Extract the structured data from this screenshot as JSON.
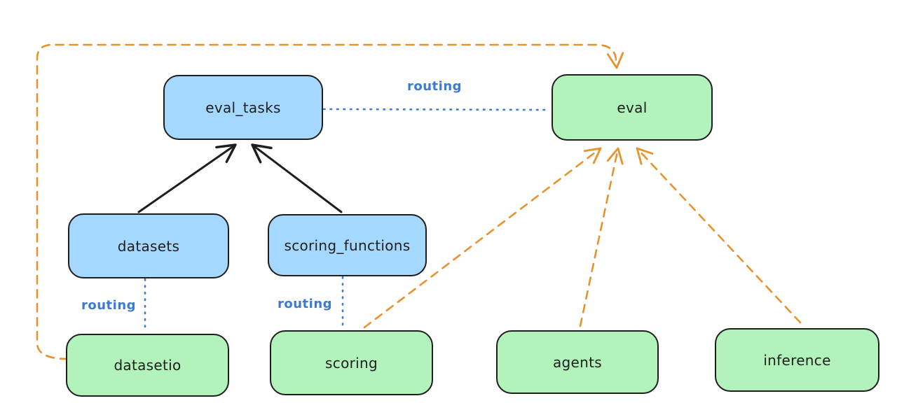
{
  "colors": {
    "background": "#ffffff",
    "node_stroke": "#1e1e1e",
    "blue_node_fill": "#a5d8ff",
    "green_node_fill": "#b2f2bb",
    "routing_line_blue": "#3b7cd2",
    "dependency_line_orange": "#e8922e",
    "text": "#1e1e1e"
  },
  "nodes": {
    "eval_tasks": {
      "label": "eval_tasks",
      "fill": "blue"
    },
    "eval": {
      "label": "eval",
      "fill": "green"
    },
    "datasets": {
      "label": "datasets",
      "fill": "blue"
    },
    "scoring_functions": {
      "label": "scoring_functions",
      "fill": "blue"
    },
    "datasetio": {
      "label": "datasetio",
      "fill": "green"
    },
    "scoring": {
      "label": "scoring",
      "fill": "green"
    },
    "agents": {
      "label": "agents",
      "fill": "green"
    },
    "inference": {
      "label": "inference",
      "fill": "green"
    }
  },
  "edge_labels": {
    "routing": "routing"
  },
  "edges": [
    {
      "from": "datasets",
      "to": "eval_tasks",
      "style": "solid-arrow",
      "color": "black"
    },
    {
      "from": "scoring_functions",
      "to": "eval_tasks",
      "style": "solid-arrow",
      "color": "black"
    },
    {
      "from": "eval_tasks",
      "to": "eval",
      "style": "dotted",
      "color": "blue",
      "label": "routing"
    },
    {
      "from": "datasets",
      "to": "datasetio",
      "style": "dotted",
      "color": "blue",
      "label": "routing"
    },
    {
      "from": "scoring_functions",
      "to": "scoring",
      "style": "dotted",
      "color": "blue",
      "label": "routing"
    },
    {
      "from": "datasetio",
      "to": "eval",
      "style": "dashed-arrow",
      "color": "orange"
    },
    {
      "from": "scoring",
      "to": "eval",
      "style": "dashed-arrow",
      "color": "orange"
    },
    {
      "from": "agents",
      "to": "eval",
      "style": "dashed-arrow",
      "color": "orange"
    },
    {
      "from": "inference",
      "to": "eval",
      "style": "dashed-arrow",
      "color": "orange"
    }
  ]
}
